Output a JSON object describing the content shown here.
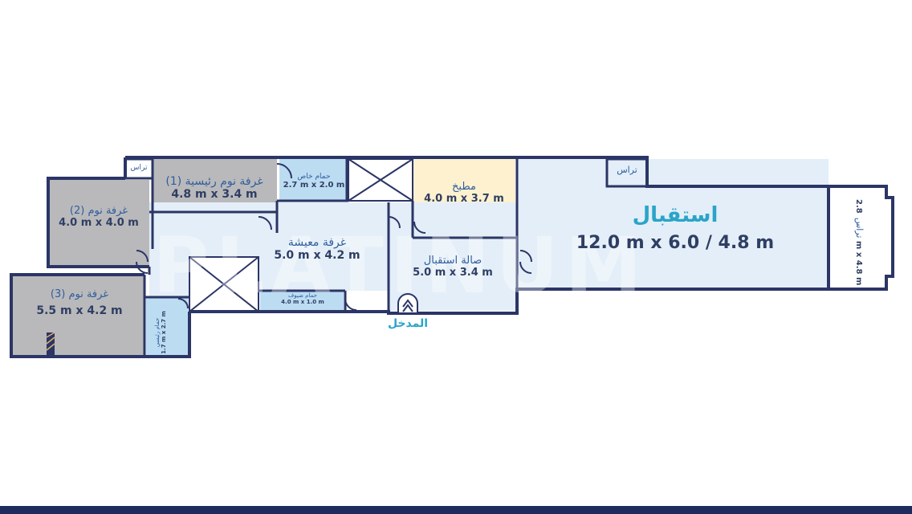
{
  "colors": {
    "wall": "#2b3566",
    "bedroom_fill": "#b9b9bb",
    "living_fill": "#e3eef8",
    "bath_fill": "#bcdcf2",
    "kitchen_fill": "#fdf1cf",
    "reception_fill": "#e3eef8",
    "text_ar": "#2f5d9e",
    "text_dim": "#2f3e63",
    "entrance": "#2aa4c9",
    "bottom_bar": "#1d2b5e"
  },
  "watermark": "PLATINUM",
  "rooms": {
    "master_bedroom": {
      "name": "غرفة نوم رئيسية (1)",
      "dim": "4.8 m x 3.4 m"
    },
    "private_bath": {
      "name": "حمام خاص",
      "dim": "2.7 m x 2.0 m"
    },
    "kitchen": {
      "name": "مطبخ",
      "dim": "4.0 m x 3.7 m"
    },
    "reception": {
      "name": "استقبال",
      "dim": "12.0 m x 6.0 / 4.8 m"
    },
    "terrace_right": {
      "name": "تراس",
      "dim": "2.8 m x 4.8 m"
    },
    "terrace_top_left": {
      "name": "تراس"
    },
    "terrace_top_right": {
      "name": "تراس"
    },
    "bedroom2": {
      "name": "غرفة نوم (2)",
      "dim": "4.0 m x 4.0 m"
    },
    "living": {
      "name": "غرفة معيشة",
      "dim": "5.0 m x 4.2 m"
    },
    "reception_hall": {
      "name": "صالة استقبال",
      "dim": "5.0 m x 3.4 m"
    },
    "bedroom3": {
      "name": "غرفة نوم (3)",
      "dim": "5.5 m x 4.2 m"
    },
    "guest_bath": {
      "name": "حمام ضيوف",
      "dim": "4.0 m x 1.0 m"
    },
    "main_bath": {
      "name": "حمام رئيسي",
      "dim": "1.7 m x 2.7 m"
    }
  },
  "entrance": {
    "label": "المدخل"
  }
}
